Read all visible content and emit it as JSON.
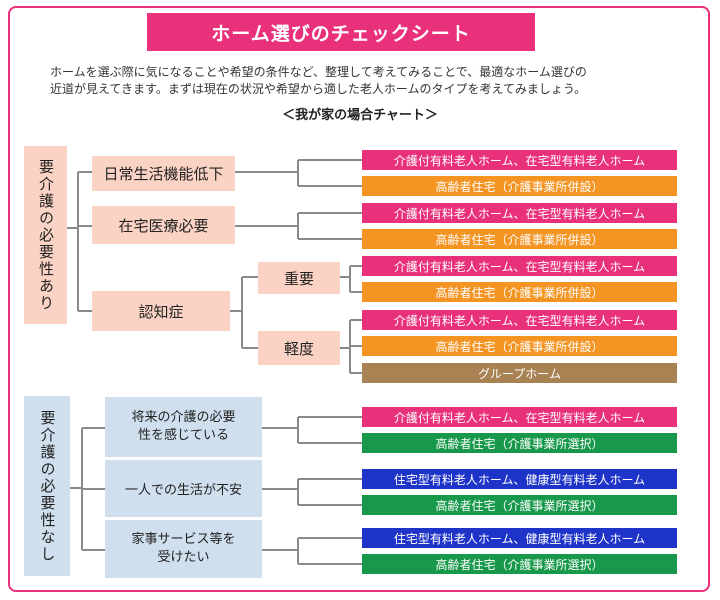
{
  "title": "ホーム選びのチェックシート",
  "intro": {
    "line1": "ホームを選ぶ際に気になることや希望の条件など、整理して考えてみることで、最適なホーム選びの",
    "line2": "近道が見えてきます。まずは現在の状況や希望から適した老人ホームのタイプを考えてみましょう。"
  },
  "chart_title": "＜我が家の場合チャート＞",
  "group_needs_care": {
    "label": "要介護の必要性あり",
    "nodes": {
      "daily_decline": "日常生活機能低下",
      "home_medical": "在宅医療必要",
      "dementia": "認知症",
      "severe": "重要",
      "mild": "軽度"
    }
  },
  "group_no_care": {
    "label": "要介護の必要性なし",
    "nodes": {
      "future_care_line1": "将来の介護の必要",
      "future_care_line2": "性を感じている",
      "living_alone": "一人での生活が不安",
      "housework_line1": "家事サービス等を",
      "housework_line2": "受けたい"
    }
  },
  "results": [
    {
      "label": "介護付有料老人ホーム、在宅型有料老人ホーム",
      "color": "#e8317a"
    },
    {
      "label": "高齢者住宅（介護事業所併設）",
      "color": "#f39423"
    },
    {
      "label": "介護付有料老人ホーム、在宅型有料老人ホーム",
      "color": "#e8317a"
    },
    {
      "label": "高齢者住宅（介護事業所併設）",
      "color": "#f39423"
    },
    {
      "label": "介護付有料老人ホーム、在宅型有料老人ホーム",
      "color": "#e8317a"
    },
    {
      "label": "高齢者住宅（介護事業所併設）",
      "color": "#f39423"
    },
    {
      "label": "介護付有料老人ホーム、在宅型有料老人ホーム",
      "color": "#e8317a"
    },
    {
      "label": "高齢者住宅（介護事業所併設）",
      "color": "#f39423"
    },
    {
      "label": "グループホーム",
      "color": "#a88252"
    },
    {
      "label": "介護付有料老人ホーム、在宅型有料老人ホーム",
      "color": "#e8317a"
    },
    {
      "label": "高齢者住宅（介護事業所選択）",
      "color": "#17984a"
    },
    {
      "label": "住宅型有料老人ホーム、健康型有料老人ホーム",
      "color": "#1e34c8"
    },
    {
      "label": "高齢者住宅（介護事業所選択）",
      "color": "#17984a"
    },
    {
      "label": "住宅型有料老人ホーム、健康型有料老人ホーム",
      "color": "#1e34c8"
    },
    {
      "label": "高齢者住宅（介護事業所選択）",
      "color": "#17984a"
    }
  ]
}
